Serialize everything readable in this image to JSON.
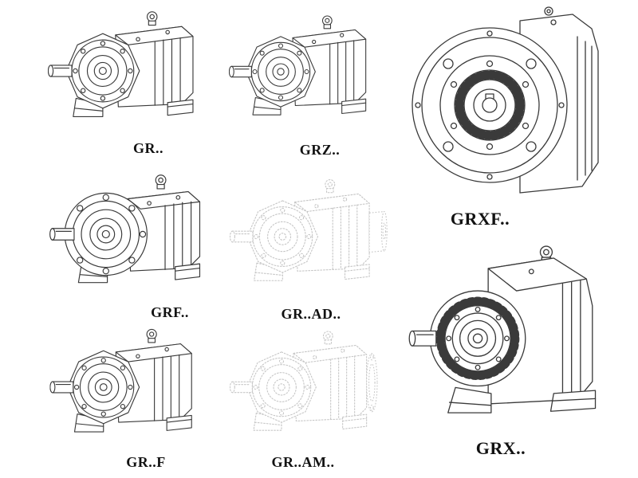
{
  "canvas": {
    "background": "#ffffff",
    "line_color": "#3a3a3a",
    "ghost_line_color": "#c6c6c6",
    "label_color": "#121212"
  },
  "models": [
    {
      "id": "gr",
      "label": "GR..",
      "drawing": "helical-gear-reducer-foot-mounted-iso",
      "style": "solid"
    },
    {
      "id": "grz",
      "label": "GRZ..",
      "drawing": "helical-gear-reducer-foot-mounted-iso",
      "style": "solid"
    },
    {
      "id": "grxf",
      "label": "GRXF..",
      "drawing": "helical-gear-reducer-flange-front-view",
      "style": "solid"
    },
    {
      "id": "grf",
      "label": "GRF..",
      "drawing": "helical-gear-reducer-flange-mounted-iso",
      "style": "solid"
    },
    {
      "id": "grad",
      "label": "GR..AD..",
      "drawing": "helical-gear-reducer-input-adapter-iso",
      "style": "ghost"
    },
    {
      "id": "grf2",
      "label": "GR..F",
      "drawing": "helical-gear-reducer-foot-mounted-iso",
      "style": "solid"
    },
    {
      "id": "gram",
      "label": "GR..AM..",
      "drawing": "helical-gear-reducer-motor-flange-iso",
      "style": "ghost"
    },
    {
      "id": "grx",
      "label": "GRX..",
      "drawing": "helical-gear-reducer-large-foot-mounted-iso",
      "style": "solid"
    }
  ]
}
